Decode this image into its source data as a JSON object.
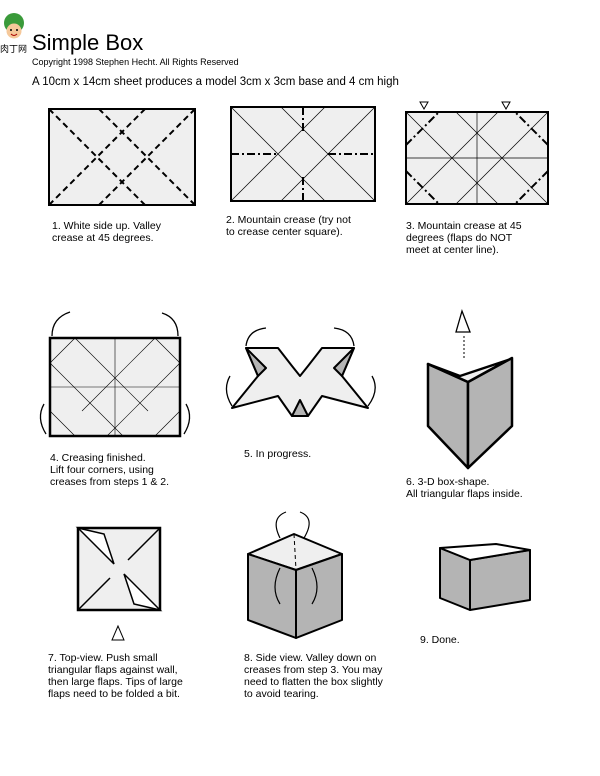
{
  "header": {
    "title": "Simple Box",
    "copyright": "Copyright 1998 Stephen Hecht.  All Rights Reserved",
    "subtitle": "A 10cm x 14cm sheet produces a model 3cm x 3cm base and 4 cm high",
    "watermark_text": "肉丁网"
  },
  "steps": [
    {
      "caption": "1. White side up.  Valley\ncrease at 45 degrees."
    },
    {
      "caption": "2. Mountain crease (try not\nto crease center square)."
    },
    {
      "caption": "3. Mountain crease at 45\ndegrees (flaps do NOT\nmeet at center line)."
    },
    {
      "caption": "4. Creasing finished.\nLift four corners, using\ncreases from steps 1 & 2."
    },
    {
      "caption": "5. In progress."
    },
    {
      "caption": "6.  3-D box-shape.\nAll triangular flaps inside."
    },
    {
      "caption": "7. Top-view.  Push small\ntriangular flaps against wall,\nthen large flaps.  Tips of large\nflaps need to be folded a bit."
    },
    {
      "caption": "8. Side view.  Valley down on\ncreases from step 3.  You may\nneed to flatten the box slightly\nto avoid tearing."
    },
    {
      "caption": "9. Done."
    }
  ],
  "colors": {
    "paper": "#efefef",
    "shade": "#b4b4b4",
    "line": "#000000"
  }
}
